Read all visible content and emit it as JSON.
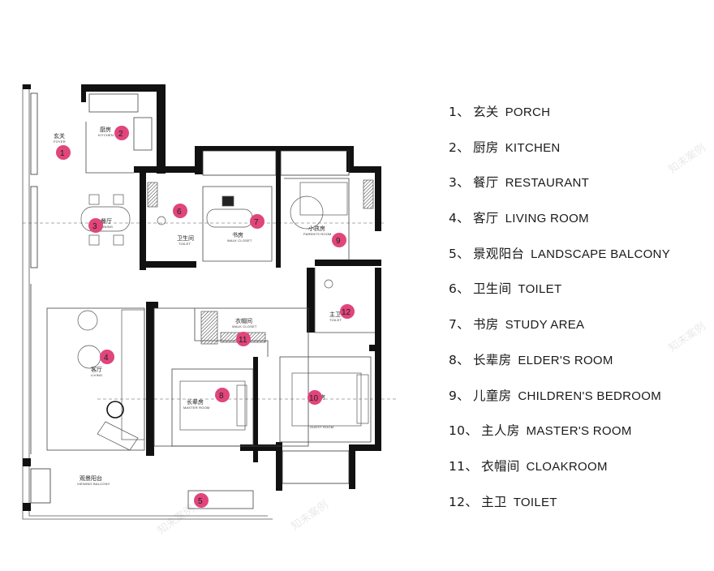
{
  "legend": [
    {
      "num": "1、",
      "cn": "玄关",
      "en": "PORCH"
    },
    {
      "num": "2、",
      "cn": "厨房",
      "en": "KITCHEN"
    },
    {
      "num": "3、",
      "cn": "餐厅",
      "en": "RESTAURANT"
    },
    {
      "num": "4、",
      "cn": "客厅",
      "en": "LIVING ROOM"
    },
    {
      "num": "5、",
      "cn": "景观阳台",
      "en": "LANDSCAPE BALCONY"
    },
    {
      "num": "6、",
      "cn": "卫生间",
      "en": "TOILET"
    },
    {
      "num": "7、",
      "cn": "书房",
      "en": "STUDY AREA"
    },
    {
      "num": "8、",
      "cn": "长辈房",
      "en": "ELDER'S ROOM"
    },
    {
      "num": "9、",
      "cn": "儿童房",
      "en": "CHILDREN'S BEDROOM"
    },
    {
      "num": "10、",
      "cn": "主人房",
      "en": "MASTER'S ROOM"
    },
    {
      "num": "11、",
      "cn": "衣帽间",
      "en": "CLOAKROOM"
    },
    {
      "num": "12、",
      "cn": "主卫",
      "en": "TOILET"
    }
  ],
  "rooms": {
    "porch": {
      "cn": "玄关",
      "en": "FOYER"
    },
    "kitchen": {
      "cn": "厨房",
      "en": "KITCHEN"
    },
    "dining": {
      "cn": "餐厅",
      "en": "DINING"
    },
    "toilet": {
      "cn": "卫生间",
      "en": "TOILET"
    },
    "study": {
      "cn": "书房",
      "en": "WALK CLOSET"
    },
    "kids": {
      "cn": "小孩房",
      "en": "PARENTS ROOM"
    },
    "master_toilet": {
      "cn": "主卫",
      "en": "TOILET"
    },
    "cloak": {
      "cn": "衣帽间",
      "en": "WALK CLOSET"
    },
    "living": {
      "cn": "客厅",
      "en": "LIVING"
    },
    "elder": {
      "cn": "长辈房",
      "en": "MASTER ROOM"
    },
    "master": {
      "cn": "主人房",
      "en": "GUEST ROOM"
    },
    "balcony": {
      "cn": "观景阳台",
      "en": "VIEWING BALCONY"
    }
  },
  "markers": [
    "1",
    "2",
    "3",
    "4",
    "5",
    "6",
    "7",
    "8",
    "9",
    "10",
    "11",
    "12"
  ],
  "colors": {
    "marker": "#e0457b",
    "wall": "#111111",
    "line": "#555555"
  },
  "watermark": "知未案例"
}
